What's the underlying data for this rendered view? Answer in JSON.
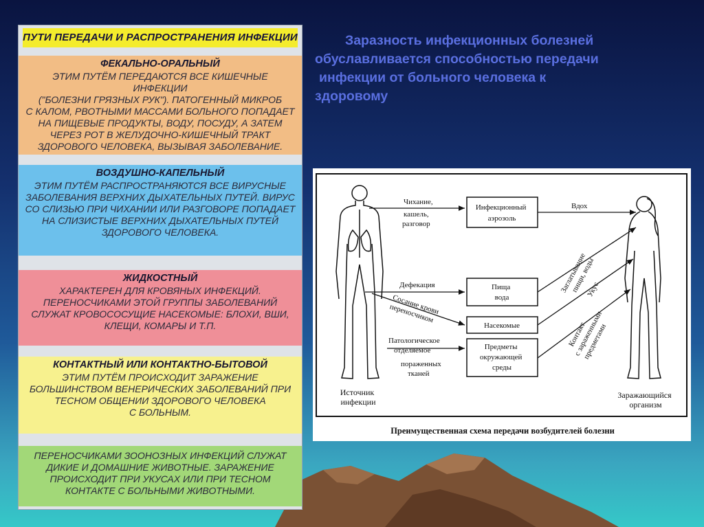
{
  "panel": {
    "title": "ПУТИ ПЕРЕДАЧИ И РАСПРОСТРАНЕНИЯ ИНФЕКЦИИ",
    "boxes": [
      {
        "heading": "ФЕКАЛЬНО-ОРАЛЬНЫЙ",
        "lines": [
          "ЭТИМ ПУТЁМ ПЕРЕДАЮТСЯ ВСЕ КИШЕЧНЫЕ ИНФЕКЦИИ",
          "(\"БОЛЕЗНИ ГРЯЗНЫХ РУК\"). ПАТОГЕННЫЙ МИКРОБ",
          "С КАЛОМ, РВОТНЫМИ МАССАМИ БОЛЬНОГО ПОПАДАЕТ",
          "НА ПИЩЕВЫЕ ПРОДУКТЫ, ВОДУ, ПОСУДУ, А ЗАТЕМ",
          "ЧЕРЕЗ РОТ В ЖЕЛУДОЧНО-КИШЕЧНЫЙ ТРАКТ",
          "ЗДОРОВОГО ЧЕЛОВЕКА, ВЫЗЫВАЯ ЗАБОЛЕВАНИЕ."
        ],
        "color": "#f2bd85"
      },
      {
        "heading": "ВОЗДУШНО-КАПЕЛЬНЫЙ",
        "lines": [
          "ЭТИМ ПУТЁМ РАСПРОСТРАНЯЮТСЯ ВСЕ ВИРУСНЫЕ",
          "ЗАБОЛЕВАНИЯ ВЕРХНИХ ДЫХАТЕЛЬНЫХ ПУТЕЙ. ВИРУС",
          "СО СЛИЗЬЮ ПРИ ЧИХАНИИ ИЛИ РАЗГОВОРЕ ПОПАДАЕТ",
          "НА СЛИЗИСТЫЕ ВЕРХНИХ ДЫХАТЕЛЬНЫХ ПУТЕЙ",
          "ЗДОРОВОГО ЧЕЛОВЕКА."
        ],
        "color": "#6cc0ec"
      },
      {
        "heading": "ЖИДКОСТНЫЙ",
        "lines": [
          "ХАРАКТЕРЕН ДЛЯ КРОВЯНЫХ ИНФЕКЦИЙ.",
          "ПЕРЕНОСЧИКАМИ ЭТОЙ ГРУППЫ ЗАБОЛЕВАНИЙ",
          "СЛУЖАТ КРОВОСОСУЩИЕ НАСЕКОМЫЕ: БЛОХИ, ВШИ,",
          "КЛЕЩИ, КОМАРЫ И Т.П."
        ],
        "color": "#ef8f98"
      },
      {
        "heading": "КОНТАКТНЫЙ ИЛИ КОНТАКТНО-БЫТОВОЙ",
        "lines": [
          "ЭТИМ ПУТЁМ ПРОИСХОДИТ ЗАРАЖЕНИЕ",
          "БОЛЬШИНСТВОМ ВЕНЕРИЧЕСКИХ ЗАБОЛЕВАНИЙ ПРИ",
          "ТЕСНОМ ОБЩЕНИИ ЗДОРОВОГО ЧЕЛОВЕКА",
          "С БОЛЬНЫМ."
        ],
        "color": "#f7f18e"
      },
      {
        "heading": "",
        "lines": [
          "ПЕРЕНОСЧИКАМИ ЗООНОЗНЫХ ИНФЕКЦИЙ СЛУЖАТ",
          "ДИКИЕ И ДОМАШНИЕ ЖИВОТНЫЕ. ЗАРАЖЕНИЕ",
          "ПРОИСХОДИТ ПРИ УКУСАХ ИЛИ ПРИ ТЕСНОМ",
          "КОНТАКТЕ С БОЛЬНЫМИ ЖИВОТНЫМИ."
        ],
        "color": "#a2d878"
      }
    ]
  },
  "heading": {
    "lines": [
      "Заразность инфекционных болезней",
      "обуславливается способностью передачи",
      "инфекции от больного человека к",
      "здоровому"
    ],
    "color": "#5a6fe0"
  },
  "diagram": {
    "caption": "Преимущественная схема передачи возбудителей болезни",
    "source_label": [
      "Источник",
      "инфекции"
    ],
    "target_label": [
      "Заражающийся",
      "организм"
    ],
    "boxes": {
      "aerosol": [
        "Инфекционный",
        "аэрозоль"
      ],
      "food": [
        "Пища",
        "вода"
      ],
      "insects": [
        "Насекомые"
      ],
      "objects": [
        "Предметы",
        "окружающей",
        "среды"
      ]
    },
    "left_labels": {
      "sneeze": [
        "Чихание,",
        "кашель,",
        "разговор"
      ],
      "defecation": [
        "Дефекация"
      ],
      "blood": [
        "Сосание крови",
        "переносчиком"
      ],
      "pathological": [
        "Патологическое",
        "отделяемое"
      ],
      "tissues": [
        "пораженных",
        "тканей"
      ]
    },
    "right_labels": {
      "inhale": "Вдох",
      "swallow": [
        "Заглатывание",
        "пищи, воды"
      ],
      "bite": "Укус",
      "contact": [
        "Контакт",
        "с зараженными",
        "предметами"
      ]
    }
  }
}
